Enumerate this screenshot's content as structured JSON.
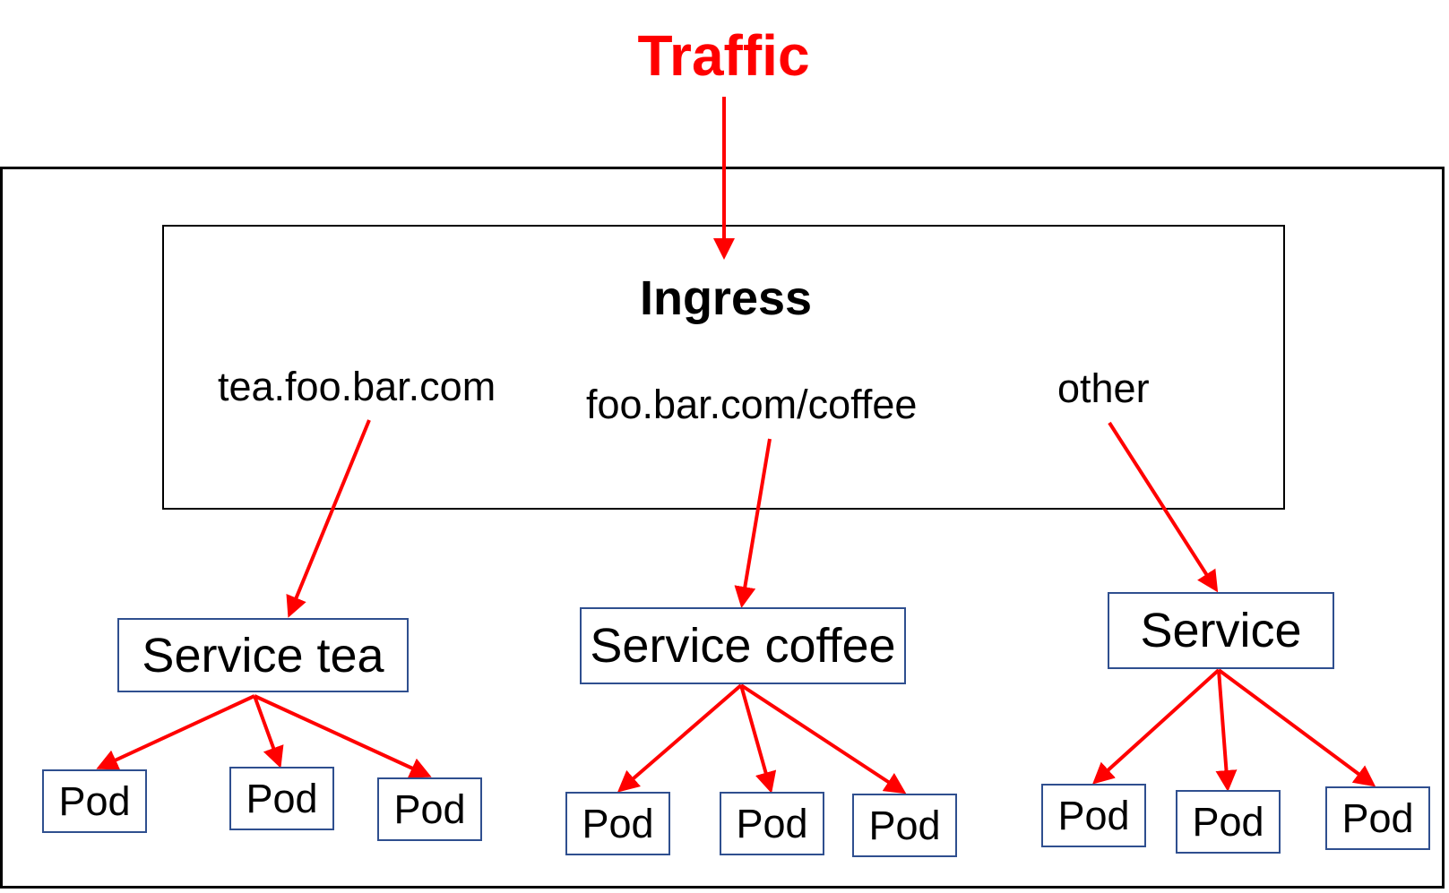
{
  "diagram": {
    "traffic_label": "Traffic",
    "ingress_label": "Ingress",
    "rules": [
      {
        "label": "tea.foo.bar.com",
        "service": "Service tea"
      },
      {
        "label": "foo.bar.com/coffee",
        "service": "Service coffee"
      },
      {
        "label": "other",
        "service": "Service"
      }
    ],
    "pod_label": "Pod",
    "colors": {
      "arrow": "#ff0000",
      "traffic_text": "#ff0000",
      "box_border": "#2f4f8f",
      "frame_border": "#000000"
    }
  }
}
